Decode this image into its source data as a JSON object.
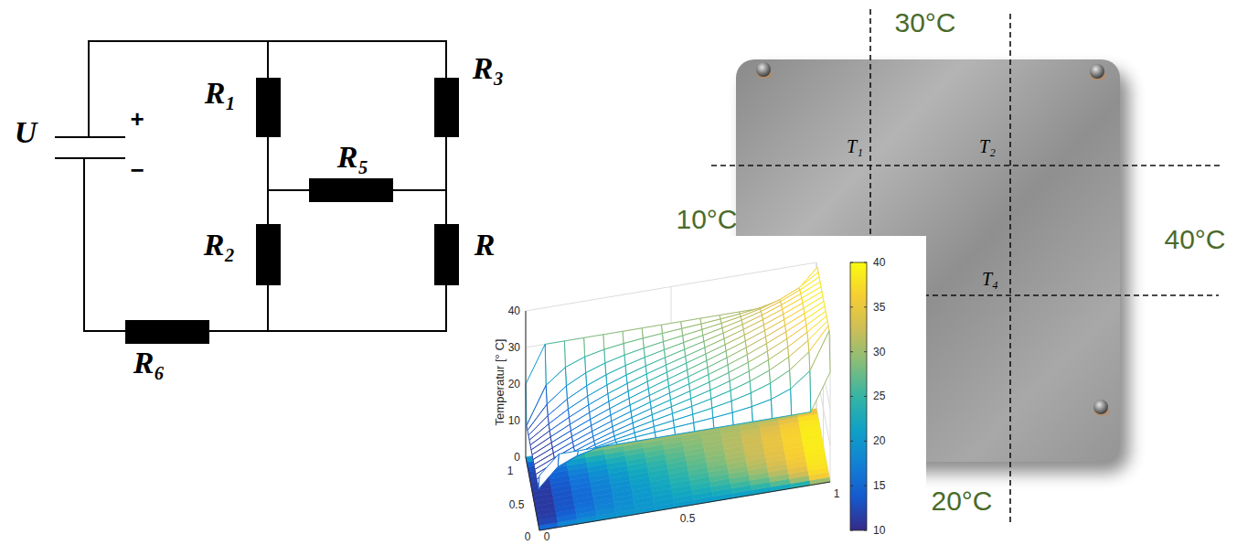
{
  "diagram": {
    "labels": [
      "U",
      "+",
      "−",
      "R₁",
      "R₃",
      "R₅",
      "R₂",
      "R",
      "R₆",
      "30°C",
      "T₁",
      "T₂",
      "10°C",
      "40°C",
      "T₄",
      "20°C",
      "Temperatur [° C]",
      "0",
      "10",
      "20",
      "30",
      "40",
      "1",
      "0.5",
      "0",
      "0",
      "0.5",
      "1",
      "10",
      "15",
      "20",
      "25",
      "30",
      "35",
      "40"
    ]
  }
}
